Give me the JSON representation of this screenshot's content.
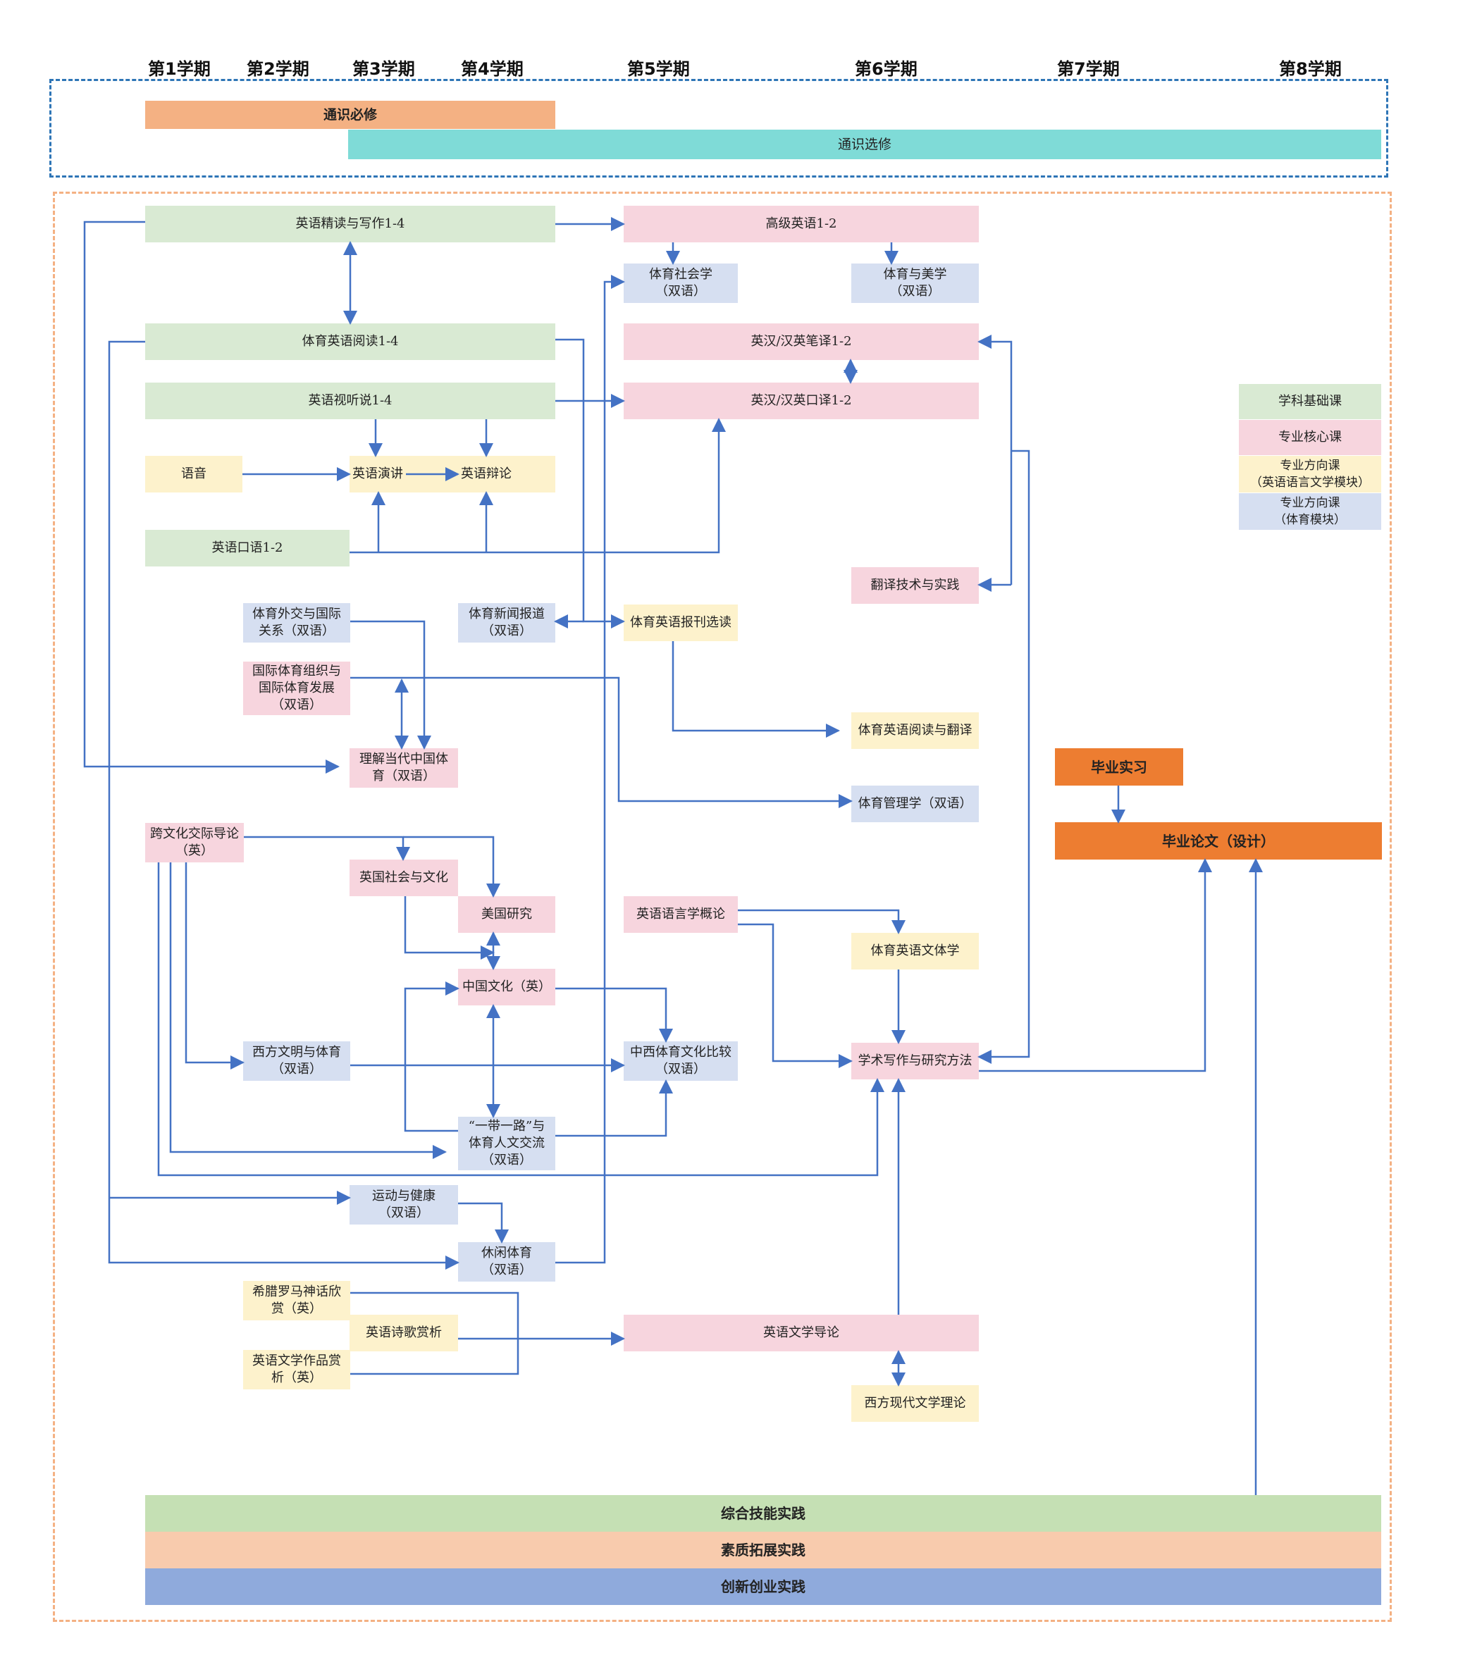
{
  "semesters": [
    "第1学期",
    "第2学期",
    "第3学期",
    "第4学期",
    "第5学期",
    "第6学期",
    "第7学期",
    "第8学期"
  ],
  "general": {
    "required": "通识必修",
    "elective": "通识选修"
  },
  "courses": {
    "jingdu": "英语精读与写作1-4",
    "gaoji": "高级英语1-2",
    "tishehui": "体育社会学\n（双语）",
    "timei": "体育与美学\n（双语）",
    "tiyuedu": "体育英语阅读1-4",
    "biyi": "英汉/汉英笔译1-2",
    "shiting": "英语视听说1-4",
    "kouyi": "英汉/汉英口译1-2",
    "yuyin": "语音",
    "yanjiang": "英语演讲",
    "bianlun": "英语辩论",
    "kouyu": "英语口语1-2",
    "fanyi": "翻译技术与实践",
    "waijiao": "体育外交与国际\n关系（双语）",
    "xinwen": "体育新闻报道\n（双语）",
    "baokan": "体育英语报刊选读",
    "guojizuzhi": "国际体育组织与\n国际体育发展\n（双语）",
    "yueduyifanyi": "体育英语阅读与翻译",
    "lijie": "理解当代中国体\n育（双语）",
    "guanli": "体育管理学（双语）",
    "kuawenhua": "跨文化交际导论\n（英）",
    "yingguo": "英国社会与文化",
    "meiguo": "美国研究",
    "yuyanxue": "英语语言学概论",
    "wentixue": "体育英语文体学",
    "zhongguo": "中国文化（英）",
    "xifang": "西方文明与体育\n（双语）",
    "zhongxi": "中西体育文化比较\n（双语）",
    "xueshu": "学术写作与研究方法",
    "yidaiyilu": "“一带一路”与\n体育人文交流\n（双语）",
    "yundong": "运动与健康\n（双语）",
    "xiuxian": "休闲体育\n（双语）",
    "xila": "希腊罗马神话欣\n赏（英）",
    "shige": "英语诗歌赏析",
    "wenxuedaolun": "英语文学导论",
    "zuopin": "英语文学作品赏\n析（英）",
    "xiandai": "西方现代文学理论",
    "shixi": "毕业实习",
    "lunwen": "毕业论文（设计）"
  },
  "legend": {
    "jichu": "学科基础课",
    "hexin": "专业核心课",
    "fangxiang_wenxue": "专业方向课\n（英语语言文学模块）",
    "fangxiang_tiyu": "专业方向课\n（体育模块）"
  },
  "practice": [
    "综合技能实践",
    "素质拓展实践",
    "创新创业实践"
  ],
  "colors": {
    "foundation": "#d9ead3",
    "core": "#f7d5de",
    "direction_lit": "#fdf2cc",
    "direction_sport": "#d6dff1",
    "general_required": "#f4b183",
    "general_elective": "#7fdbd7",
    "graduation": "#ed7d31",
    "practice_green": "#c5e0b4",
    "practice_orange": "#f8cbad",
    "practice_blue": "#8faadc",
    "arrow": "#4472c4"
  }
}
